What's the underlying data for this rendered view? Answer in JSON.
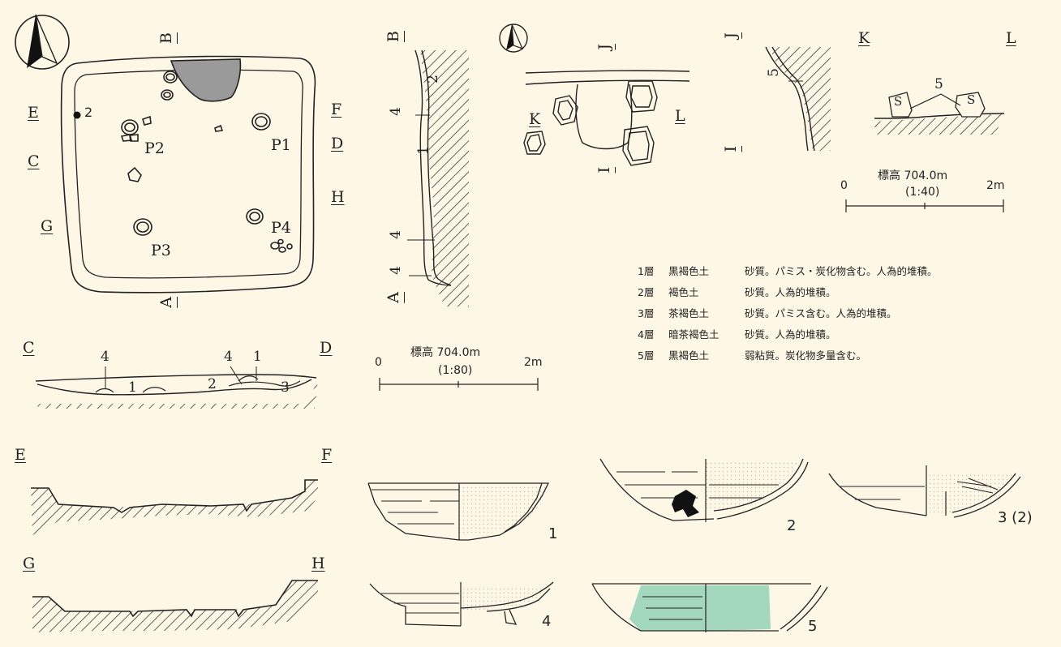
{
  "plan": {
    "markers": {
      "B_top": "B",
      "A_bottom": "A",
      "E": "E",
      "F": "F",
      "C": "C",
      "D": "D",
      "G": "G",
      "H": "H"
    },
    "postholes": [
      "P1",
      "P2",
      "P3",
      "P4"
    ],
    "find_label": "2"
  },
  "section_BA": {
    "top": "B",
    "bottom": "A",
    "layers": [
      "2",
      "4",
      "1",
      "4",
      "4"
    ]
  },
  "section_CD": {
    "left": "C",
    "right": "D",
    "layers": [
      "4",
      "1",
      "2",
      "4",
      "1",
      "3"
    ]
  },
  "section_EF": {
    "left": "E",
    "right": "F"
  },
  "section_GH": {
    "left": "G",
    "right": "H"
  },
  "scale_main": {
    "start": "0",
    "end": "2m",
    "elevation": "標高 704.0m",
    "ratio": "(1:80)"
  },
  "kamado": {
    "labels": [
      "J",
      "I",
      "K",
      "L",
      "J",
      "I"
    ],
    "profile_layer": "5",
    "stone": "S",
    "stones_layer": "5"
  },
  "scale_detail": {
    "start": "0",
    "end": "2m",
    "elevation": "標高 704.0m",
    "ratio": "(1:40)"
  },
  "layers": [
    {
      "layer": "1層",
      "soil": "黒褐色土",
      "desc": "砂質。パミス・炭化物含む。人為的堆積。"
    },
    {
      "layer": "2層",
      "soil": "褐色土",
      "desc": "砂質。人為的堆積。"
    },
    {
      "layer": "3層",
      "soil": "茶褐色土",
      "desc": "砂質。パミス含む。人為的堆積。"
    },
    {
      "layer": "4層",
      "soil": "暗茶褐色土",
      "desc": "砂質。人為的堆積。"
    },
    {
      "layer": "5層",
      "soil": "黒褐色土",
      "desc": "弱粘質。炭化物多量含む。"
    }
  ],
  "artifacts": [
    "1",
    "2",
    "3 (2)",
    "4",
    "5"
  ],
  "colors": {
    "background": "#fdf8e6",
    "line": "#222222",
    "grey_fill": "#9a9a9a",
    "green_fill": "#a3d7be",
    "dot_fill": "#d9cfc0"
  }
}
